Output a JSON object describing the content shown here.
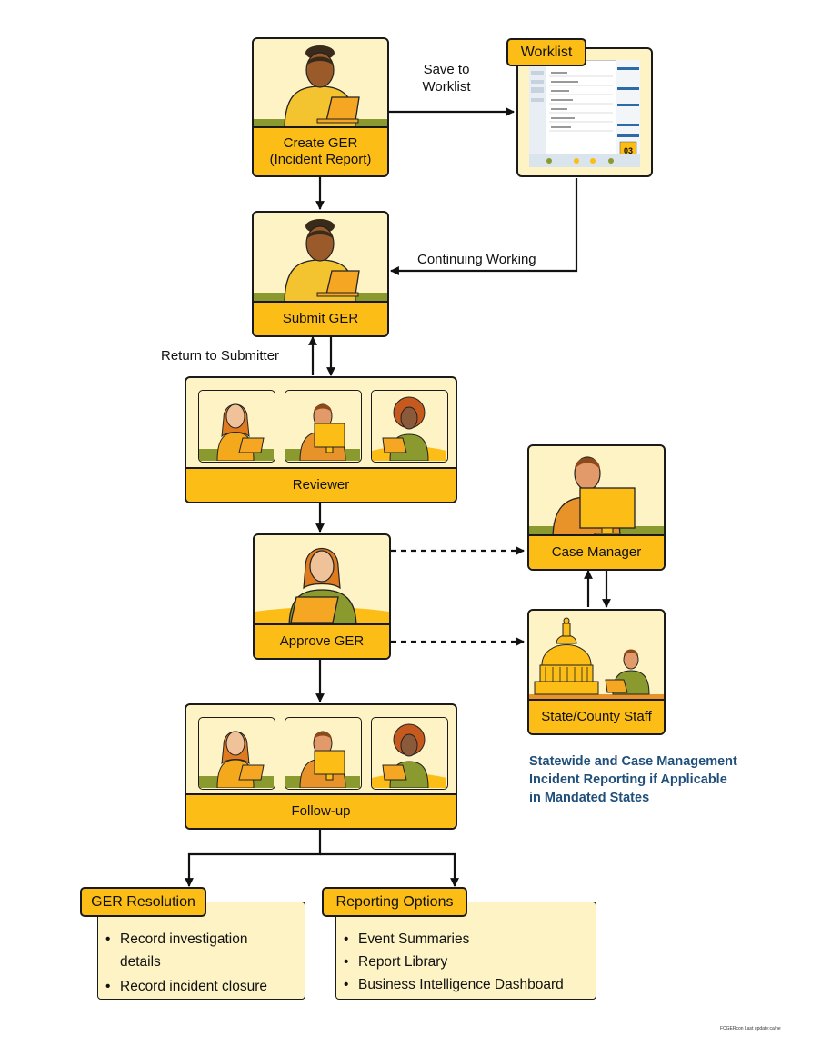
{
  "nodes": {
    "create": "Create GER\n(Incident Report)",
    "submit": "Submit GER",
    "reviewer": "Reviewer",
    "approve": "Approve GER",
    "followup": "Follow-up",
    "case_manager": "Case Manager",
    "state_staff": "State/County Staff",
    "worklist": "Worklist"
  },
  "worklist_screen": {
    "badge_number": "03"
  },
  "edges": {
    "save_to_worklist": "Save to\nWorklist",
    "continuing": "Continuing Working",
    "return": "Return to Submitter"
  },
  "note": "Statewide and Case Management\nIncident Reporting if Applicable\nin Mandated States",
  "resolution": {
    "title": "GER Resolution",
    "items": [
      "Record investigation\ndetails",
      "Record incident closure"
    ]
  },
  "reporting": {
    "title": "Reporting Options",
    "items": [
      "Event Summaries",
      "Report Library",
      "Business Intelligence Dashboard"
    ]
  },
  "footer": "FCGERcon Last update:ca/ne",
  "colors": {
    "gold": "#fbbd16",
    "cream": "#fdf3c4",
    "olive": "#8a9a2e",
    "note_blue": "#1f4f7a"
  }
}
